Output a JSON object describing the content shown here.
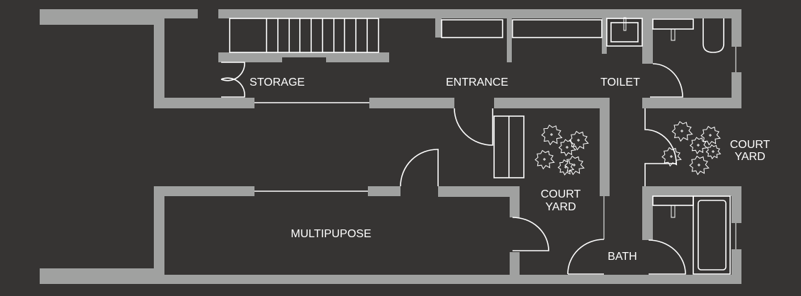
{
  "plan": {
    "background": "#363433",
    "wall_color": "#a0a1a0",
    "line_color": "#ffffff",
    "rooms": {
      "storage": "STORAGE",
      "entrance": "ENTRANCE",
      "toilet": "TOILET",
      "courtyard_center_line1": "COURT",
      "courtyard_center_line2": "YARD",
      "courtyard_right_line1": "COURT",
      "courtyard_right_line2": "YARD",
      "multipurpose": "MULTIPUPOSE",
      "bath": "BATH"
    }
  }
}
